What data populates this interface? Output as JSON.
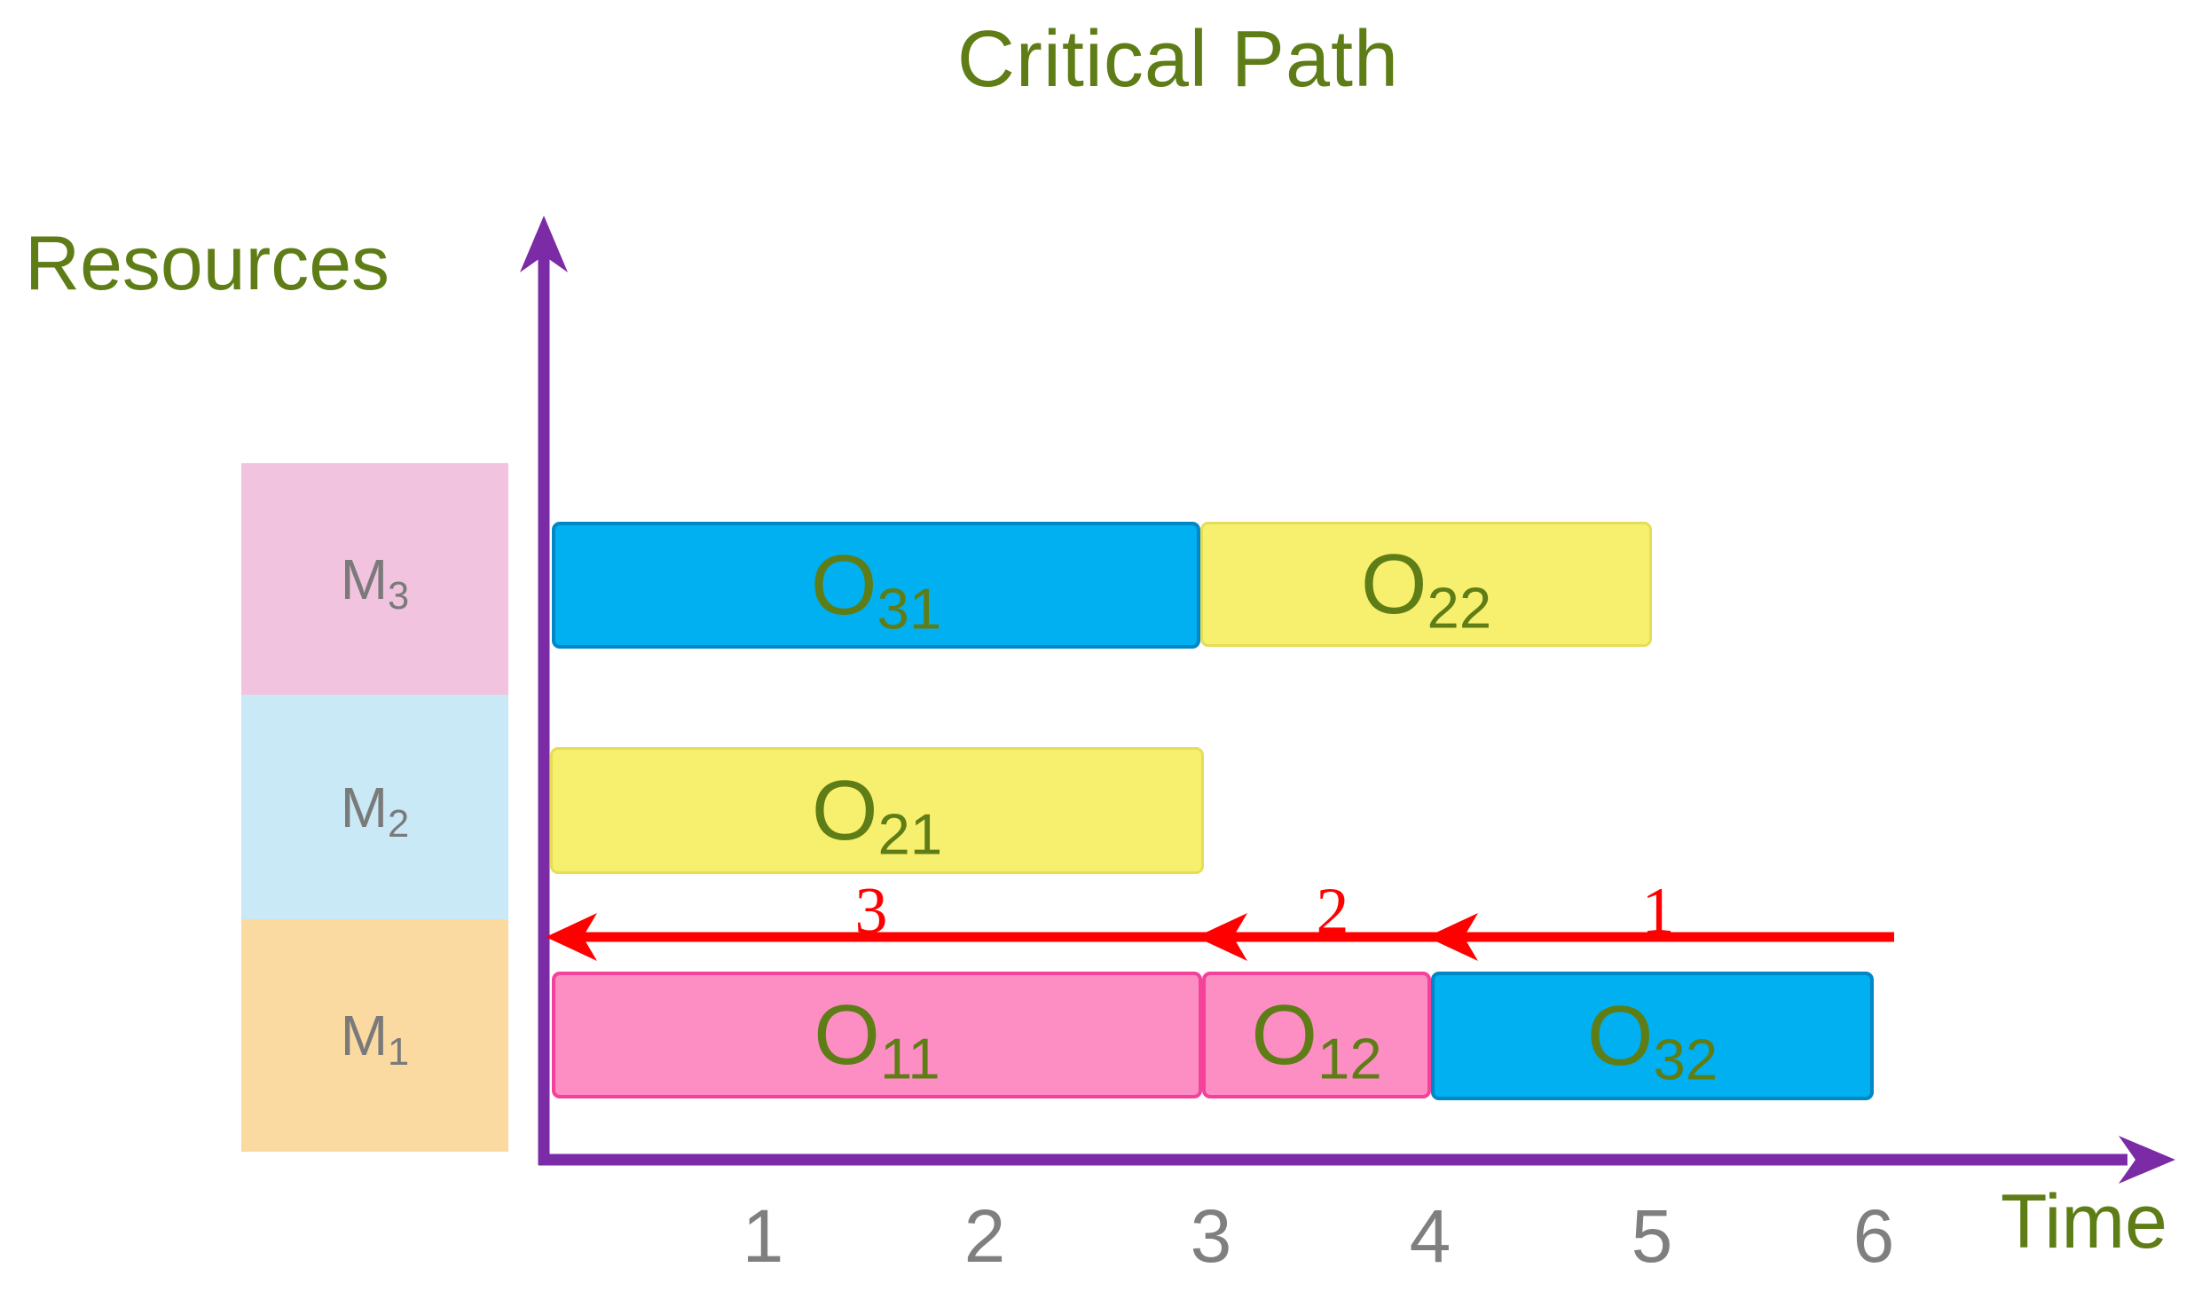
{
  "title": "Critical Path",
  "y_axis_label": "Resources",
  "x_axis_label": "Time",
  "x_ticks": [
    "1",
    "2",
    "3",
    "4",
    "5",
    "6"
  ],
  "machines": [
    {
      "main": "M",
      "sub": "3"
    },
    {
      "main": "M",
      "sub": "2"
    },
    {
      "main": "M",
      "sub": "1"
    }
  ],
  "bars": [
    {
      "main": "O",
      "sub": "31"
    },
    {
      "main": "O",
      "sub": "22"
    },
    {
      "main": "O",
      "sub": "21"
    },
    {
      "main": "O",
      "sub": "11"
    },
    {
      "main": "O",
      "sub": "12"
    },
    {
      "main": "O",
      "sub": "32"
    }
  ],
  "critical_path": {
    "segment_labels": [
      "3",
      "2",
      "1"
    ]
  },
  "colors": {
    "title_text": "#5f7d16",
    "axis_purple": "#7a2ba5",
    "critical_red": "#ff0000",
    "tick_gray": "#7f7f7f",
    "bar_blue": "#00b0f0",
    "bar_yellow": "#f7f06f",
    "bar_pink": "#fc8ec4",
    "machine_m3_block": "#f2c3df",
    "machine_m2_block": "#c8e9f5",
    "machine_m1_block": "#fbdaa2"
  },
  "chart_data": {
    "type": "bar",
    "variant": "gantt",
    "title": "Critical Path",
    "xlabel": "Time",
    "ylabel": "Resources",
    "xlim": [
      0,
      6
    ],
    "x_ticks": [
      1,
      2,
      3,
      4,
      5,
      6
    ],
    "rows": [
      "M3",
      "M2",
      "M1"
    ],
    "bars": [
      {
        "label": "O31",
        "machine": "M3",
        "start": 0,
        "end": 3,
        "color": "blue"
      },
      {
        "label": "O22",
        "machine": "M3",
        "start": 3,
        "end": 5,
        "color": "yellow"
      },
      {
        "label": "O21",
        "machine": "M2",
        "start": 0,
        "end": 3,
        "color": "yellow"
      },
      {
        "label": "O11",
        "machine": "M1",
        "start": 0,
        "end": 3,
        "color": "pink"
      },
      {
        "label": "O12",
        "machine": "M1",
        "start": 3,
        "end": 4,
        "color": "pink"
      },
      {
        "label": "O32",
        "machine": "M1",
        "start": 4,
        "end": 6,
        "color": "blue"
      }
    ],
    "critical_path_arrow": {
      "direction": "right-to-left",
      "from_time": 6,
      "to_time": 0,
      "row": "between M2 and M1",
      "color": "#ff0000",
      "segments": [
        {
          "label": "3",
          "span": [
            0,
            3
          ]
        },
        {
          "label": "2",
          "span": [
            3,
            4
          ]
        },
        {
          "label": "1",
          "span": [
            4,
            6
          ]
        }
      ]
    },
    "legend": "none",
    "grid": false
  }
}
